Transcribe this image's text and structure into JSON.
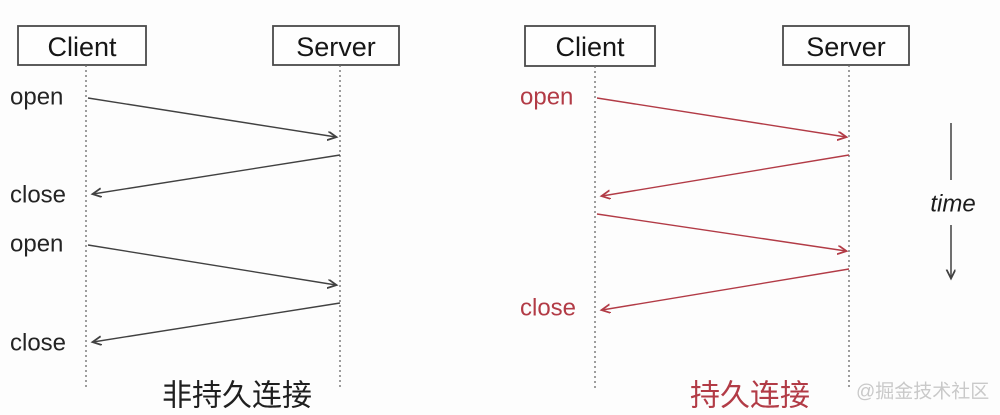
{
  "figure": {
    "left_diagram": {
      "client_label": "Client",
      "server_label": "Server",
      "caption": "非持久连接",
      "messages": [
        {
          "label": "open",
          "from": "client",
          "to": "server"
        },
        {
          "label": "close",
          "from": "server",
          "to": "client"
        },
        {
          "label": "open",
          "from": "client",
          "to": "server"
        },
        {
          "label": "close",
          "from": "server",
          "to": "client"
        }
      ]
    },
    "right_diagram": {
      "client_label": "Client",
      "server_label": "Server",
      "caption": "持久连接",
      "messages": [
        {
          "label": "open",
          "from": "client",
          "to": "server"
        },
        {
          "label": "",
          "from": "server",
          "to": "client"
        },
        {
          "label": "",
          "from": "client",
          "to": "server"
        },
        {
          "label": "close",
          "from": "server",
          "to": "client"
        }
      ]
    },
    "time_axis": {
      "label": "time"
    },
    "watermark": "@掘金技术社区"
  },
  "colors": {
    "arrow_dark": "#414141",
    "arrow_red": "#b23b46",
    "box_border": "#4a4a4a",
    "watermark": "#c9c9c9",
    "background": "#fdfdfd"
  }
}
